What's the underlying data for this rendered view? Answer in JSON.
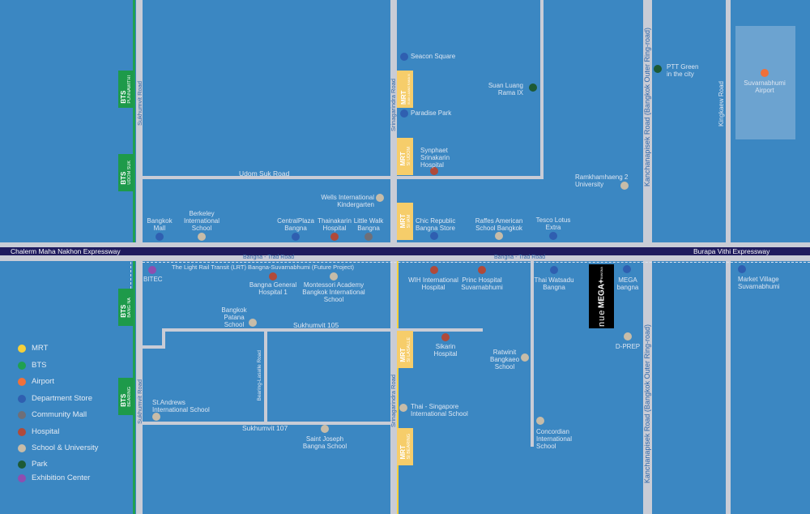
{
  "colors": {
    "background": "#3b87c2",
    "road": "#c9ccd6",
    "expressway": "#1f1b5e",
    "mrt": "#f5d03a",
    "bts": "#1fa050",
    "airport": "#f0703a",
    "department_store": "#2f5fb0",
    "community_mall": "#6f6f78",
    "hospital": "#b04a3a",
    "school": "#c7bca8",
    "park": "#1d5a35",
    "exhibition": "#8e4eb0"
  },
  "roads": {
    "sukhumvit": "Sukhumvit Road",
    "srinagarindra": "Srinagarindra Road",
    "kanchanapisek": "Kanchanapisek Road (Bangkok Outer Ring-road)",
    "kingkaew": "Kingkaew Road",
    "udomsuk": "Udom Suk Road",
    "bangna_trad": "Bangna - Trad Road",
    "chalerm": "Chalerm Maha Nakhon Expressway",
    "burapa": "Burapa Vithi Expressway",
    "soi105": "Sukhumvit 105",
    "soi107": "Sukhumvit 107",
    "bearing_lasalle": "Bearing-Lasalle Road",
    "lrt": "The Light Rail Transit (LRT) Bangna-Suvarnabhumi (Future Project)"
  },
  "stations": {
    "bts": [
      {
        "line": "BTS",
        "name": "PUNNAWITHI"
      },
      {
        "line": "BTS",
        "name": "UDOM SUK"
      },
      {
        "line": "BTS",
        "name": "BANG NA"
      },
      {
        "line": "BTS",
        "name": "BEARING"
      }
    ],
    "mrt": [
      {
        "line": "MRT",
        "name": "SUAN LUANG RAMA IX"
      },
      {
        "line": "MRT",
        "name": "SI UDOM"
      },
      {
        "line": "MRT",
        "name": "SI IAM"
      },
      {
        "line": "MRT",
        "name": "SI LASALLE"
      },
      {
        "line": "MRT",
        "name": "SI BEARING"
      }
    ]
  },
  "pois": [
    "Seacon Square",
    "Paradise Park",
    "Suan Luang\nRama IX",
    "Synphaet\nSrinakarin\nHospital",
    "Ramkhamhaeng 2\nUniversity",
    "PTT Green\nin the city",
    "Suvarnabhumi\nAirport",
    "Wells International\nKindergarten",
    "Bangkok\nMall",
    "Berkeley\nInternational\nSchool",
    "CentralPlaza\nBangna",
    "Thainakarin\nHospital",
    "Little Walk\nBangna",
    "Chic Republic\nBangna Store",
    "Raffes American\nSchool Bangkok",
    "Tesco Lotus\nExtra",
    "BITEC",
    "Bangna General\nHospital 1",
    "Montessori Academy\nBangkok International\nSchool",
    "Bangkok\nPatana\nSchool",
    "St.Andrews\nInternational School",
    "Saint Joseph\nBangna School",
    "WIH International\nHospital",
    "Princ Hospital\nSuvarnabhumi",
    "Thai Watsadu\nBangna",
    "MEGA\nbangna",
    "Market Village\nSuvarnabhumi",
    "Sikarin\nHospital",
    "Ratwinit\nBangkaeo\nSchool",
    "D-PREP",
    "Thai - Singapore\nInternational School",
    "Concordian\nInternational\nSchool"
  ],
  "project": {
    "brand": "nue",
    "name": "MEGA+",
    "sub": "BANGNA"
  },
  "legend": [
    "MRT",
    "BTS",
    "Airport",
    "Department Store",
    "Community Mall",
    "Hospital",
    "School & University",
    "Park",
    "Exhibition Center"
  ]
}
